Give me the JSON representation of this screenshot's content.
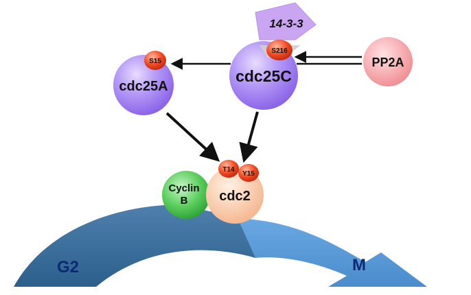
{
  "nodes": {
    "protein_14_3_3": "14-3-3",
    "pp2a": "PP2A",
    "cdc25a": "cdc25A",
    "cdc25c": "cdc25C",
    "cyclin_b_line1": "Cyclin",
    "cyclin_b_line2": "B",
    "cdc2": "cdc2"
  },
  "sites": {
    "s15": "S15",
    "s216": "S216",
    "t14": "T14",
    "y15": "Y15"
  },
  "phases": {
    "g2": "G2",
    "m": "M"
  },
  "colors": {
    "purple": "#a98ef5",
    "pink": "#f7a8ac",
    "green": "#3cc046",
    "peach": "#f8c8a8",
    "phospho": "#e83a20",
    "arrow_dark": "#3e6f9c",
    "arrow_light": "#5a9ad6",
    "phase_text": "#0c2a73"
  }
}
